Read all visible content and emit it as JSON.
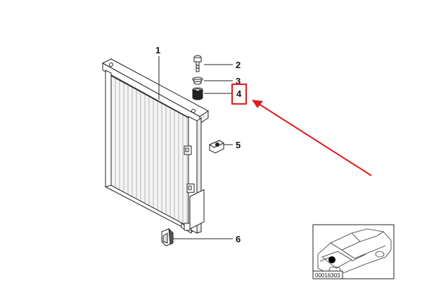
{
  "diagram": {
    "callouts": [
      {
        "number": "1",
        "part": "condenser"
      },
      {
        "number": "2",
        "part": "bolt"
      },
      {
        "number": "3",
        "part": "washer"
      },
      {
        "number": "4",
        "part": "rubber-mount",
        "highlighted": true
      },
      {
        "number": "5",
        "part": "clip-nut"
      },
      {
        "number": "6",
        "part": "rubber-buffer"
      }
    ],
    "highlight_color": "#e0191b",
    "arrow_color": "#e0191b",
    "reference_code": "00016303"
  }
}
